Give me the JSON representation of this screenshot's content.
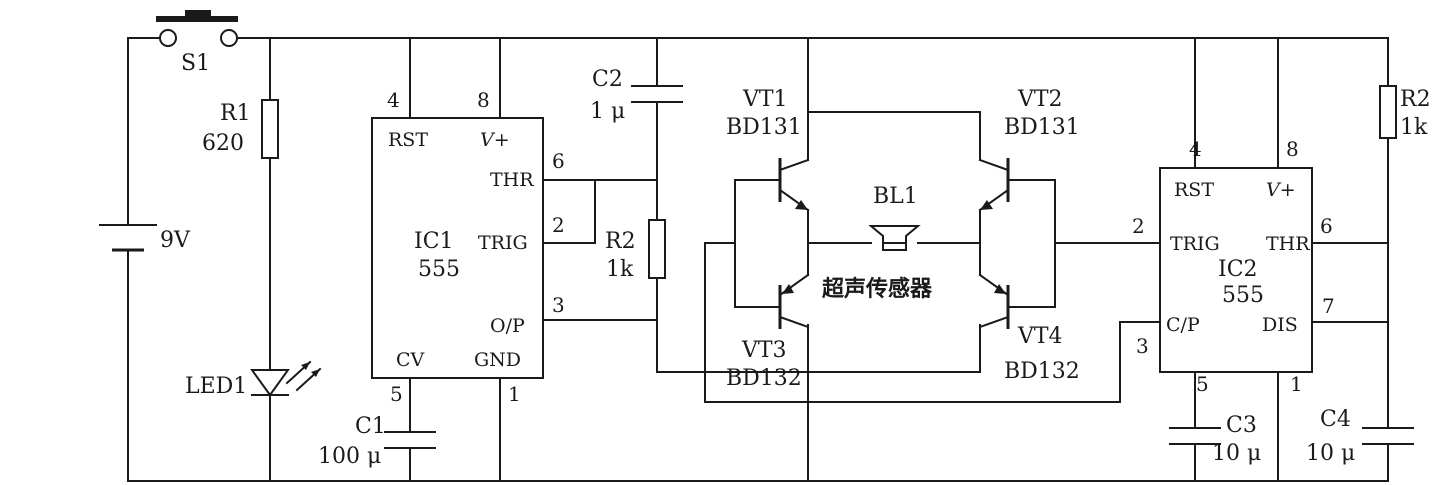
{
  "battery": {
    "label": "9V"
  },
  "switch": {
    "name": "S1"
  },
  "r1": {
    "name": "R1",
    "value": "620"
  },
  "led": {
    "name": "LED1"
  },
  "c1": {
    "name": "C1",
    "value": "100 μ"
  },
  "c2": {
    "name": "C2",
    "value": "1 μ"
  },
  "r2_left": {
    "name": "R2",
    "value": "1k"
  },
  "r2_right": {
    "name": "R2",
    "value": "1k"
  },
  "c3": {
    "name": "C3",
    "value": "10 μ"
  },
  "c4": {
    "name": "C4",
    "value": "10 μ"
  },
  "speaker": {
    "name": "BL1",
    "caption": "超声传感器"
  },
  "transistors": {
    "vt1": {
      "name": "VT1",
      "type": "BD131"
    },
    "vt2": {
      "name": "VT2",
      "type": "BD131"
    },
    "vt3": {
      "name": "VT3",
      "type": "BD132"
    },
    "vt4": {
      "name": "VT4",
      "type": "BD132"
    }
  },
  "ic1": {
    "name": "IC1",
    "part": "555",
    "pins": {
      "rst": {
        "label": "RST",
        "num": "4"
      },
      "vplus": {
        "label": "V+",
        "num": "8"
      },
      "thr": {
        "label": "THR",
        "num": "6"
      },
      "trig": {
        "label": "TRIG",
        "num": "2"
      },
      "op": {
        "label": "O/P",
        "num": "3"
      },
      "cv": {
        "label": "CV",
        "num": "5"
      },
      "gnd": {
        "label": "GND",
        "num": "1"
      }
    }
  },
  "ic2": {
    "name": "IC2",
    "part": "555",
    "pins": {
      "rst": {
        "label": "RST",
        "num": "4"
      },
      "vplus": {
        "label": "V+",
        "num": "8"
      },
      "trig": {
        "label": "TRIG",
        "num": "2"
      },
      "thr": {
        "label": "THR",
        "num": "6"
      },
      "cp": {
        "label": "C/P",
        "num": "3"
      },
      "dis": {
        "label": "DIS",
        "num": "7"
      },
      "num5": "5",
      "num1": "1"
    }
  }
}
